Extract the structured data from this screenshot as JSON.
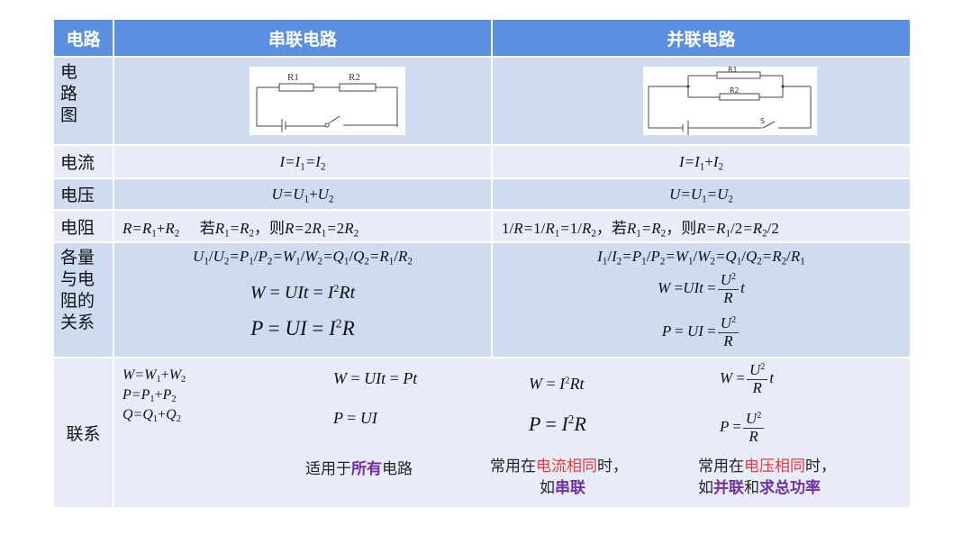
{
  "header": {
    "col1": "电路",
    "col2": "串联电路",
    "col3": "并联电路"
  },
  "rows": {
    "diagram": {
      "label": "电\n路\n图",
      "series": {
        "r1": "R1",
        "r2": "R2"
      },
      "parallel": {
        "r1": "R1",
        "r2": "R2",
        "switch": "S"
      }
    },
    "current": {
      "label": "电流",
      "series": "I=I₁=I₂",
      "parallel": "I=I₁+I₂"
    },
    "voltage": {
      "label": "电压",
      "series": "U=U₁+U₂",
      "parallel": "U=U₁=U₂"
    },
    "resistance": {
      "label": "电阻",
      "series": "R=R₁+R₂　若R₁=R₂，则R=2R₁=2R₂",
      "parallel": "1/R=1/R₁=1/R₂，若R₁=R₂，则R=R₁/2=R₂/2"
    },
    "relation": {
      "label": "各量\n与电\n阻的\n关系",
      "series": [
        "U₁/U₂=P₁/P₂=W₁/W₂=Q₁/Q₂=R₁/R₂",
        "W = UIt = I²Rt",
        "P = UI = I²R"
      ],
      "parallel": [
        "I₁/I₂=P₁/P₂=W₁/W₂=Q₁/Q₂=R₂/R₁",
        "W = UIt = U²/R·t",
        "P = UI = U²/R"
      ]
    },
    "link": {
      "label": "联系",
      "sums": [
        "W=W₁+W₂",
        "P=P₁+P₂",
        "Q=Q₁+Q₂"
      ],
      "general": [
        "W = UIt = Pt",
        "P = UI"
      ],
      "general_note": {
        "pre": "适用于",
        "highlight": "所有",
        "post": "电路"
      },
      "current_form": [
        "W = I²Rt",
        "P = I²R"
      ],
      "current_note": {
        "pre": "常用在",
        "red": "电流相同",
        "post": "时，",
        "line2_pre": "如",
        "line2_purple": "串联"
      },
      "voltage_form": [
        "W = U²/R·t",
        "P = U²/R"
      ],
      "voltage_note": {
        "pre": "常用在",
        "red": "电压相同",
        "post": "时，",
        "line2_pre": "如",
        "line2_purple1": "并联",
        "line2_mid": "和",
        "line2_purple2": "求总功率"
      }
    }
  },
  "colors": {
    "header_bg": "#5b8fdf",
    "row_dark": "#cfdbf1",
    "row_light": "#e8ecf9",
    "highlight_red": "#e8383d",
    "highlight_purple": "#7030a0"
  }
}
